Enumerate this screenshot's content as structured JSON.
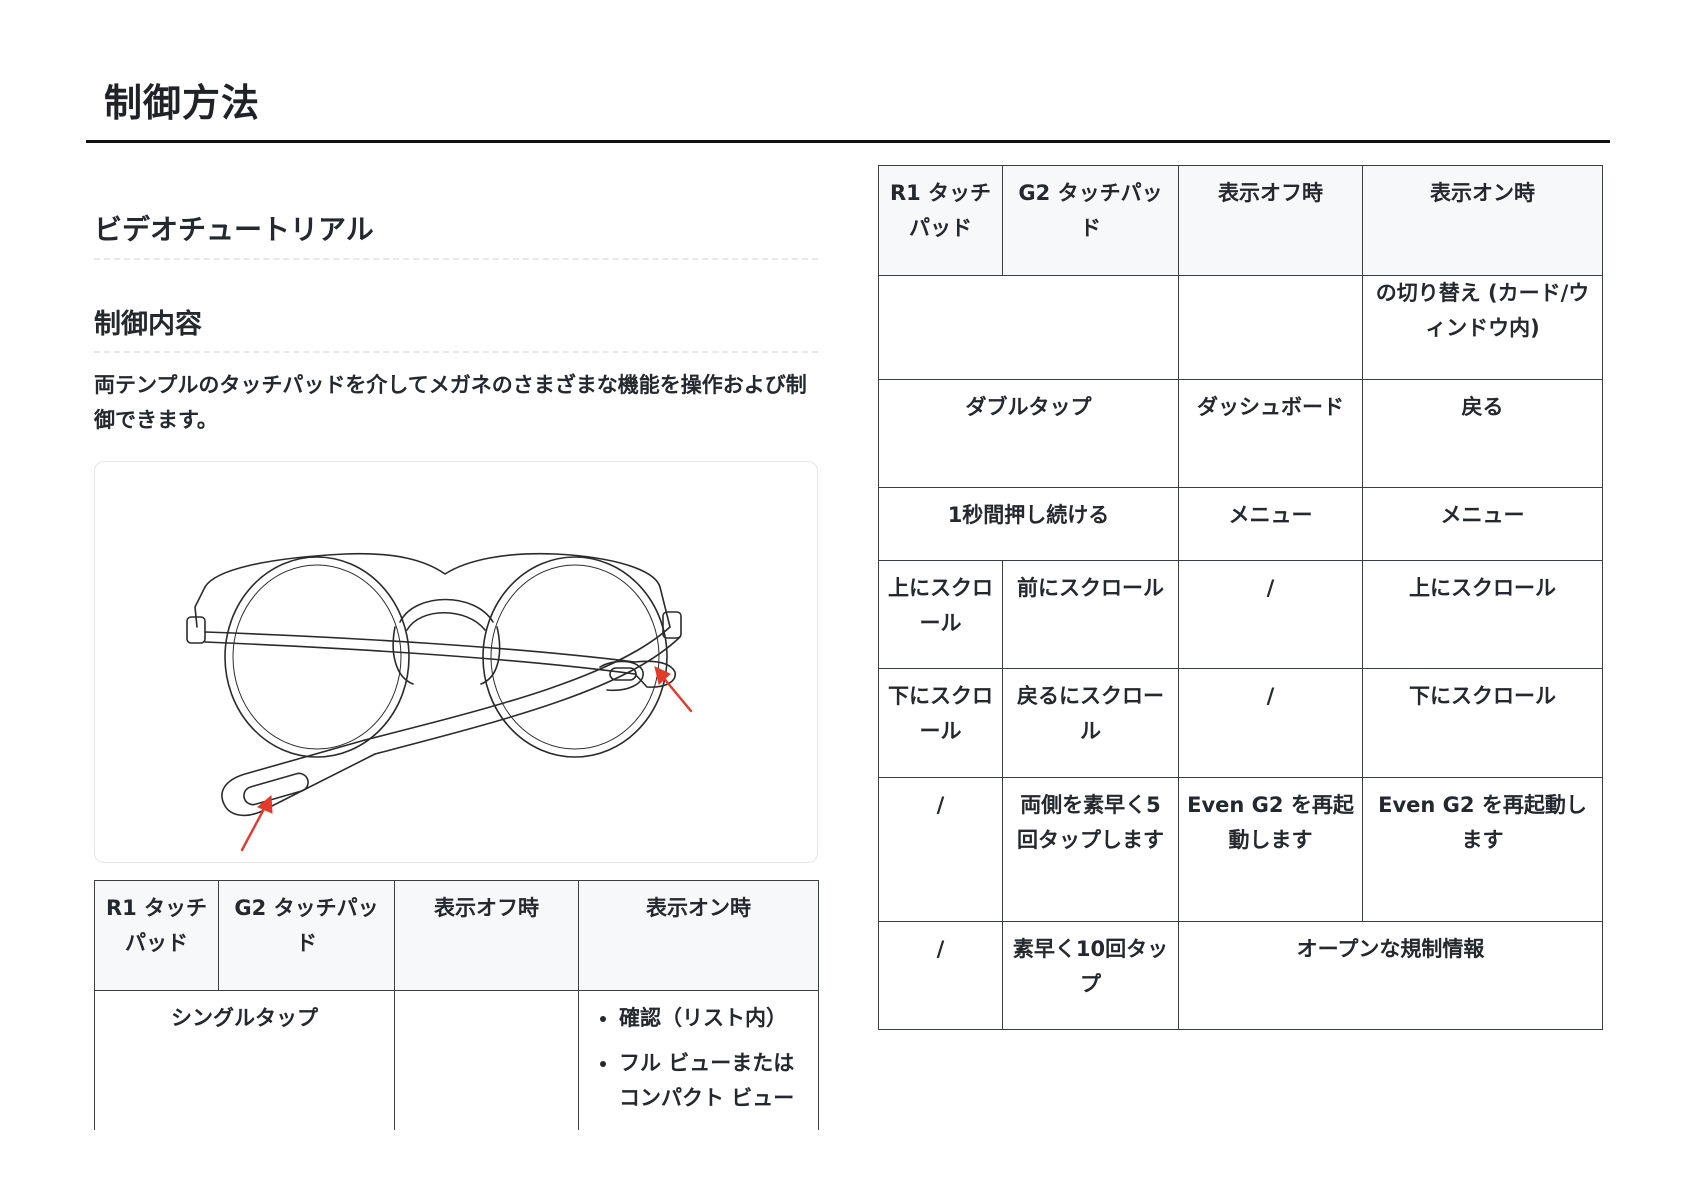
{
  "page": {
    "title": "制御方法"
  },
  "sections": {
    "video_tutorial": "ビデオチュートリアル",
    "control_content": "制御内容",
    "intro": "両テンプルのタッチパッドを介してメガネのさまざまな機能を操作および制御できます。"
  },
  "figure": {
    "subject": "glasses-temple-touchpads-illustration"
  },
  "table_header": {
    "r1": "R1 タッチパッド",
    "g2": "G2 タッチパッド",
    "display_off": "表示オフ時",
    "display_on": "表示オン時"
  },
  "table_left": {
    "row_single": {
      "gesture": "シングルタップ",
      "display_off": "",
      "display_on_items": [
        "確認（リスト内）",
        "フル ビューまたはコンパクト ビュー"
      ]
    }
  },
  "table_right": {
    "continued_row": {
      "display_on": "の切り替え (カード/ウィンドウ内)"
    },
    "rows": {
      "double": {
        "gesture": "ダブルタップ",
        "display_off": "ダッシュボード",
        "display_on": "戻る"
      },
      "hold": {
        "gesture": "1秒間押し続ける",
        "display_off": "メニュー",
        "display_on": "メニュー"
      },
      "scroll_up": {
        "r1": "上にスクロール",
        "g2": "前にスクロール",
        "display_off": "/",
        "display_on": "上にスクロール"
      },
      "scroll_down": {
        "r1": "下にスクロール",
        "g2": "戻るにスクロール",
        "display_off": "/",
        "display_on": "下にスクロール"
      },
      "restart": {
        "r1": "/",
        "g2": "両側を素早く5回タップします",
        "display_off": "Even G2 を再起動します",
        "display_on": "Even G2 を再起動します"
      },
      "regulatory": {
        "r1": "/",
        "g2": "素早く10回タップ",
        "display_merged": "オープンな規制情報"
      }
    }
  }
}
